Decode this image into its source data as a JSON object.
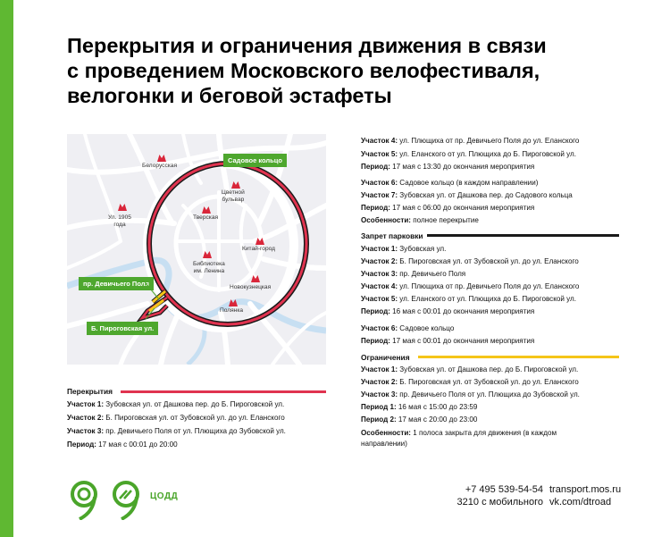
{
  "title": {
    "line1": "Перекрытия и ограничения движения в связи",
    "line2": "с проведением Московского велофестиваля,",
    "line3": "велогонки и беговой эстафеты"
  },
  "map": {
    "ring_tag": "Садовое кольцо",
    "pdp_tag": "пр. Девичьего Поля",
    "bp_tag": "Б. Пироговская ул.",
    "stations": {
      "belorusskaya": "Белорусская",
      "ulitsa1905_a": "Ул. 1905",
      "ulitsa1905_b": "года",
      "tsvetnoy_a": "Цветной",
      "tsvetnoy_b": "бульвар",
      "tverskaya": "Тверская",
      "kitay": "Китай-город",
      "biblioteka_a": "Библиотека",
      "biblioteka_b": "им. Ленина",
      "novokuz": "Новокузнецкая",
      "polyanka": "Полянка"
    },
    "colors": {
      "closure": "#e0334f",
      "restriction": "#f5c518",
      "tag": "#4ea72e"
    }
  },
  "left": {
    "heading": "Перекрытия",
    "lines": [
      {
        "label": "Участок 1:",
        "text": " Зубовская ул. от Дашкова пер. до Б. Пироговской ул."
      },
      {
        "label": "Участок 2:",
        "text": " Б. Пироговская ул. от Зубовской ул. до ул. Еланского"
      },
      {
        "label": "Участок 3:",
        "text": " пр. Девичьего Поля от ул. Плющиха до Зубовской ул."
      },
      {
        "label": "Период:",
        "text": " 17 мая с 00:01 до 20:00"
      }
    ]
  },
  "right_top": {
    "lines": [
      {
        "label": "Участок 4:",
        "text": " ул. Плющиха от пр. Девичьего Поля до ул. Еланского"
      },
      {
        "label": "Участок 5:",
        "text": " ул. Еланского от ул. Плющиха до Б. Пироговской ул."
      },
      {
        "label": "Период:",
        "text": " 17 мая с 13:30 до окончания мероприятия"
      },
      {
        "label": "Участок 6:",
        "text": " Садовое кольцо (в каждом направлении)"
      },
      {
        "label": "Участок 7:",
        "text": " Зубовская ул. от Дашкова пер. до Садового кольца"
      },
      {
        "label": "Период:",
        "text": " 17 мая с 06:00 до окончания мероприятия"
      },
      {
        "label": "Особенности:",
        "text": " полное перекрытие"
      }
    ]
  },
  "parking": {
    "heading": "Запрет парковки",
    "lines": [
      {
        "label": "Участок 1:",
        "text": " Зубовская ул."
      },
      {
        "label": "Участок 2:",
        "text": " Б. Пироговская ул. от Зубовской ул. до ул. Еланского"
      },
      {
        "label": "Участок 3:",
        "text": " пр. Девичьего Поля"
      },
      {
        "label": "Участок 4:",
        "text": " ул. Плющиха от пр. Девичьего Поля до ул. Еланского"
      },
      {
        "label": "Участок 5:",
        "text": " ул. Еланского от ул. Плющиха до Б. Пироговской ул."
      },
      {
        "label": "Период:",
        "text": " 16 мая с 00:01 до окончания мероприятия"
      },
      {
        "label": "Участок 6:",
        "text": " Садовое кольцо"
      },
      {
        "label": "Период:",
        "text": " 17 мая с 00:01 до окончания мероприятия"
      }
    ]
  },
  "limits": {
    "heading": "Ограничения",
    "lines": [
      {
        "label": "Участок 1:",
        "text": " Зубовская ул. от Дашкова пер. до Б. Пироговской ул."
      },
      {
        "label": "Участок 2:",
        "text": " Б. Пироговская ул. от Зубовской ул. до ул. Еланского"
      },
      {
        "label": "Участок 3:",
        "text": " пр. Девичьего Поля от ул. Плющиха до Зубовской ул."
      },
      {
        "label": "Период 1:",
        "text": " 16 мая с 15:00 до 23:59"
      },
      {
        "label": "Период 2:",
        "text": " 17 мая с 20:00 до 23:00"
      },
      {
        "label": "Особенности:",
        "text": " 1 полоса закрыта для движения (в каждом"
      },
      {
        "label": "",
        "text": "направлении)"
      }
    ]
  },
  "footer": {
    "logo_text": "ЦОДД",
    "phone": "+7 495 539-54-54",
    "short": "3210 с мобильного",
    "site": "transport.mos.ru",
    "vk": "vk.com/dtroad"
  }
}
